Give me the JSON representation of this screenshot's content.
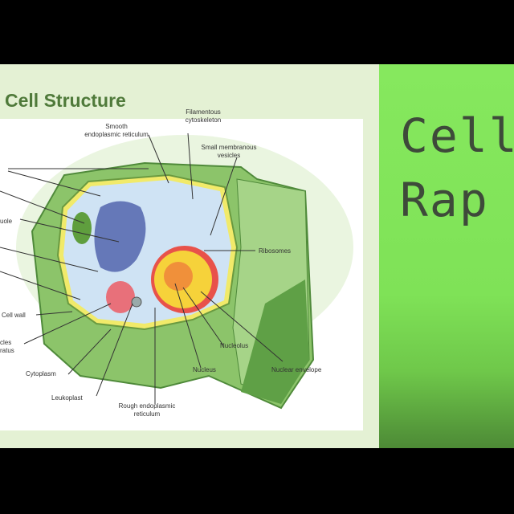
{
  "slide": {
    "title": "Cell Structure",
    "labels": {
      "smooth_er": [
        "Smooth",
        "endoplasmic reticulum"
      ],
      "cytoskeleton": [
        "Filamentous",
        "cytoskeleton"
      ],
      "vesicles": [
        "Small membranous",
        "vesicles"
      ],
      "ribosomes": "Ribosomes",
      "nuclear_envelope": "Nuclear envelope",
      "nucleolus": "Nucleolus",
      "nucleus": "Nucleus",
      "rough_er": [
        "Rough endoplasmic",
        "reticulum"
      ],
      "leukoplast": "Leukoplast",
      "cytoplasm": "Cytoplasm",
      "cell_wall": "Cell wall",
      "vacuole_partial": "uole",
      "golgi_partial": [
        "cles",
        "ratus"
      ]
    }
  },
  "side": {
    "line1": "Cell",
    "line2": "Rap"
  },
  "colors": {
    "accent": "#7fe257",
    "title": "#4f7a3a",
    "cell_green": "#8cc46a"
  }
}
